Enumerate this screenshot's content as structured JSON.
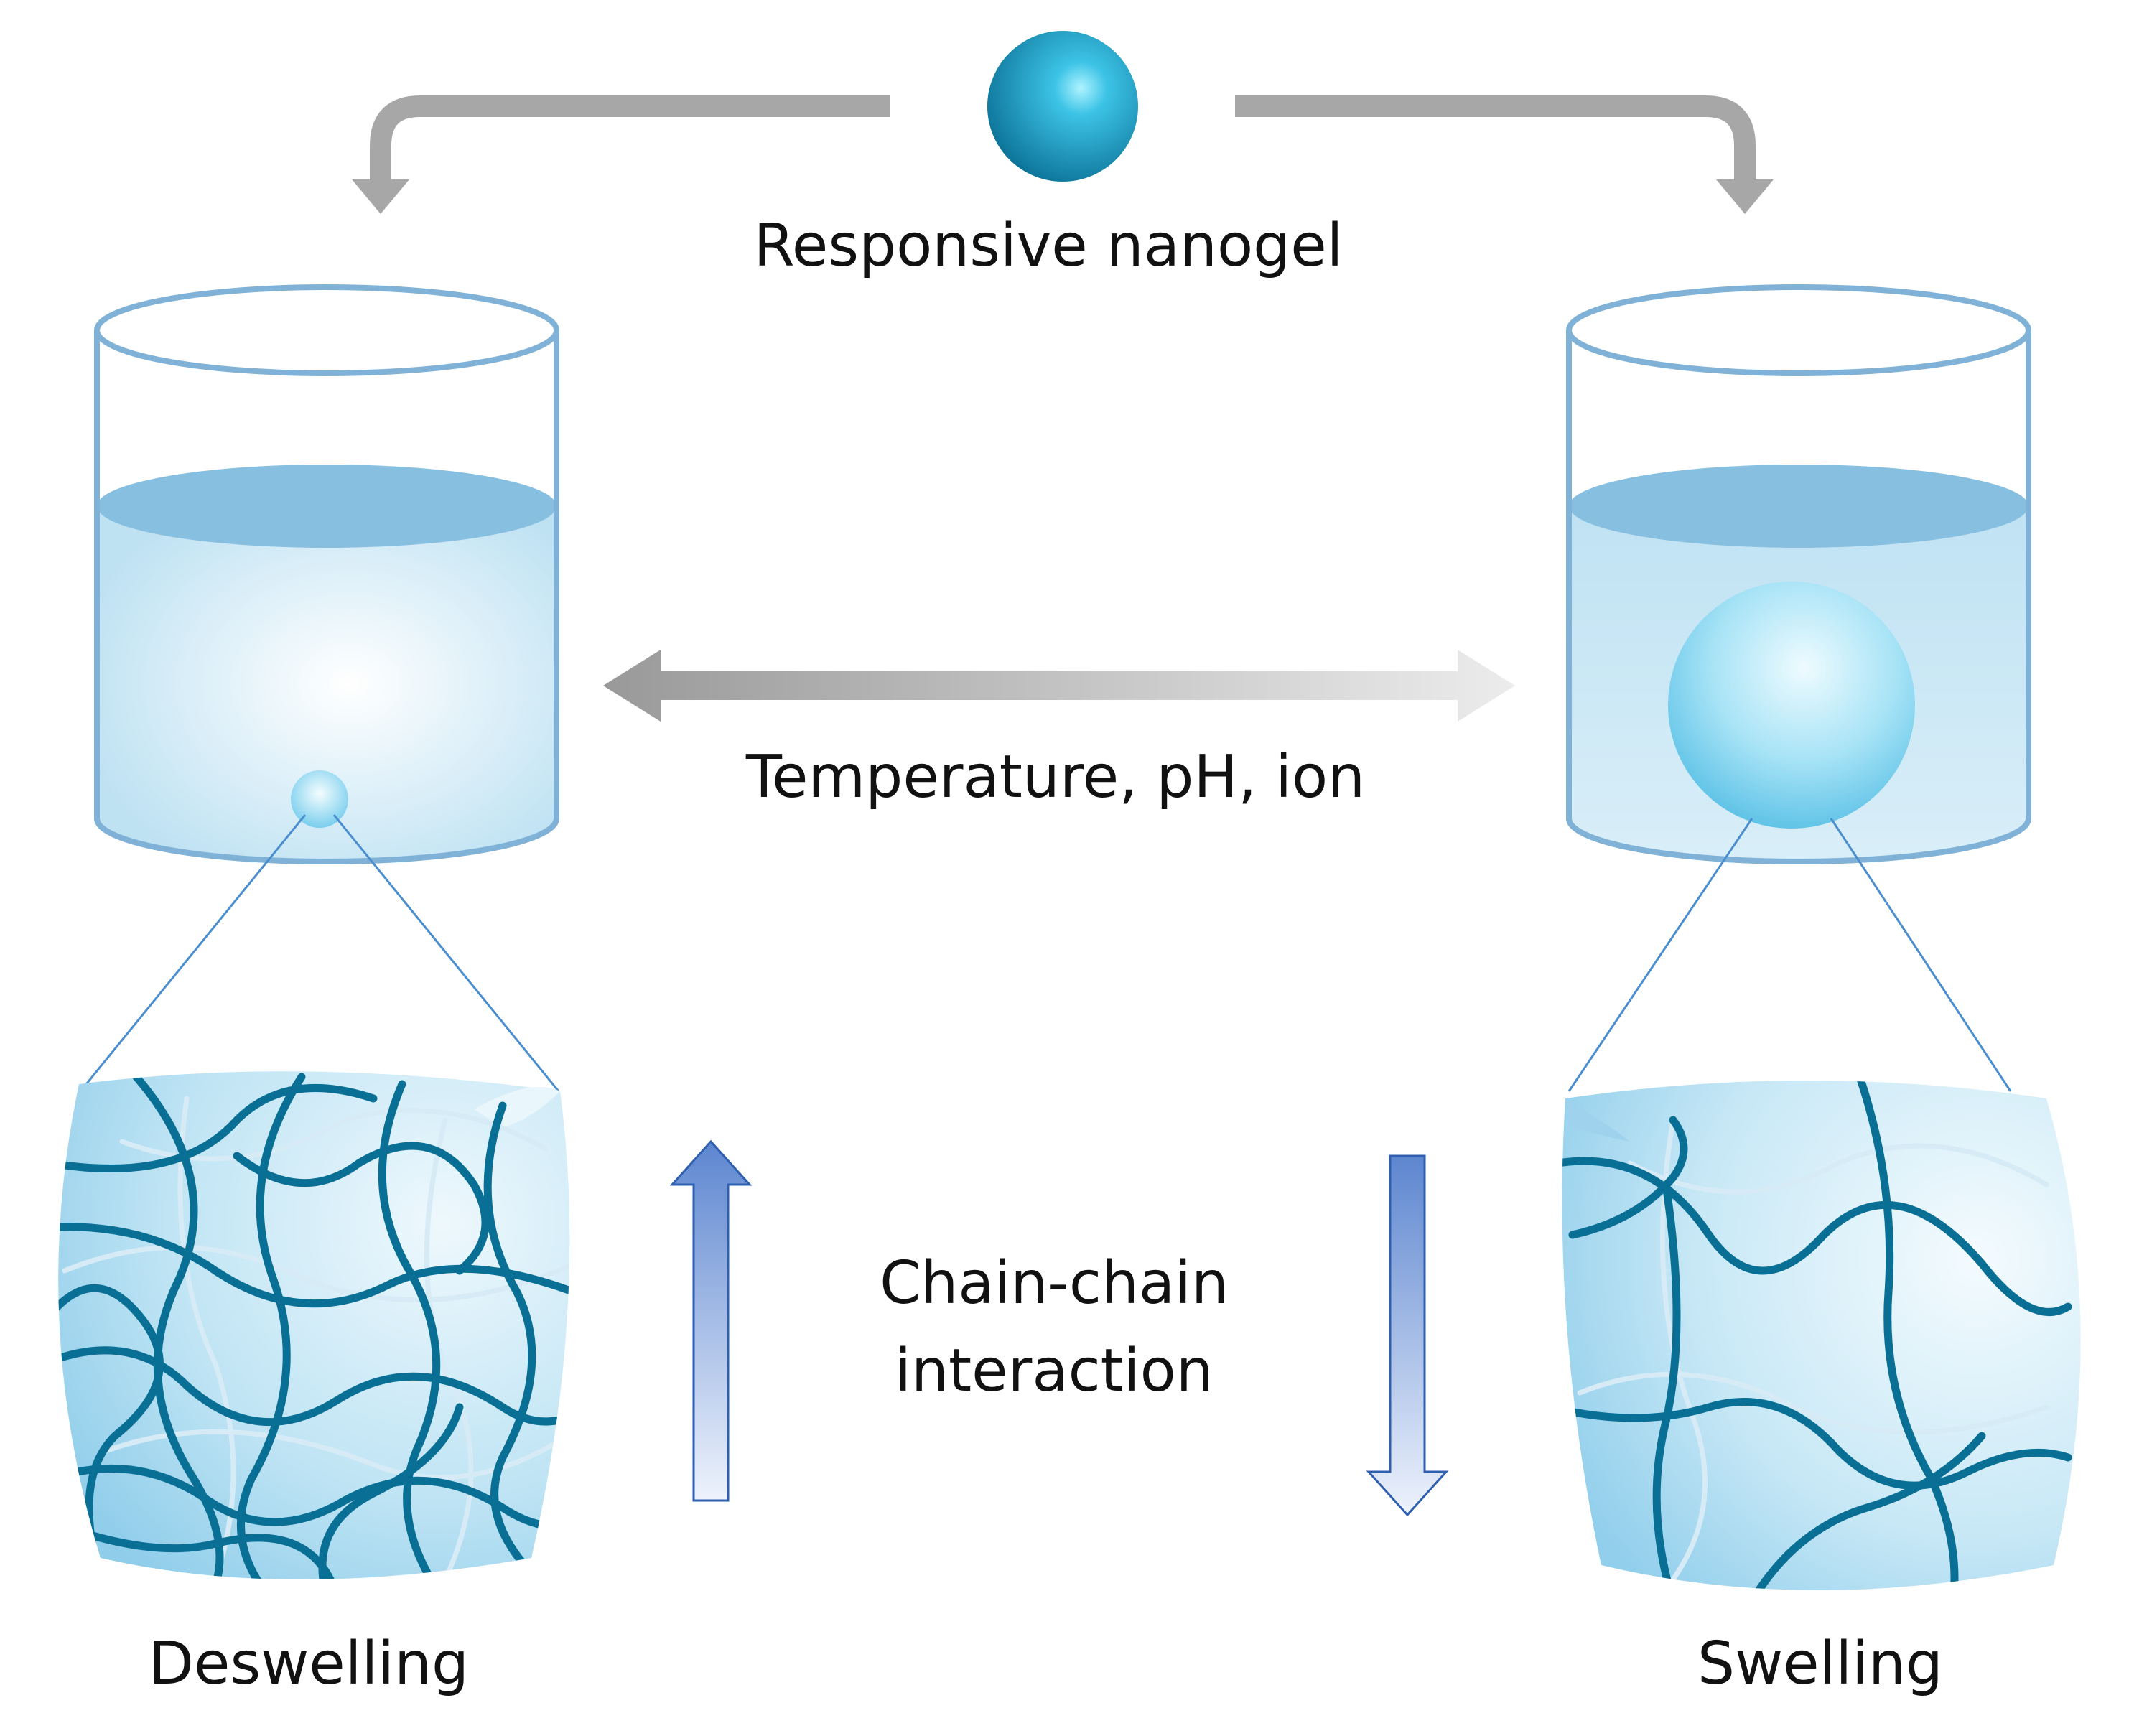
{
  "labels": {
    "top": "Responsive nanogel",
    "middle": "Temperature, pH, ion",
    "center_line1": "Chain-chain",
    "center_line2": "interaction",
    "left": "Deswelling",
    "right": "Swelling"
  },
  "colors": {
    "beaker_outline": "#7fb2d6",
    "liquid_surface": "#86bfe0",
    "liquid_body": "#bfe2f3",
    "nanogel_dark": "#0a7fa3",
    "nanogel_light": "#5fd4ee",
    "polymer_chain": "#0a6f94",
    "faint_chain": "#d8ecf6",
    "gray_arrow": "#a7a7a7",
    "blue_arrow": "#6f95d6"
  },
  "diagram": {
    "nodes": [
      {
        "id": "nanogel",
        "label": "Responsive nanogel"
      },
      {
        "id": "beaker_left",
        "label": ""
      },
      {
        "id": "beaker_right",
        "label": ""
      },
      {
        "id": "network_dense",
        "label": "Deswelling"
      },
      {
        "id": "network_loose",
        "label": "Swelling"
      }
    ],
    "edges": [
      {
        "from": "nanogel",
        "to": "beaker_left",
        "label": ""
      },
      {
        "from": "nanogel",
        "to": "beaker_right",
        "label": ""
      },
      {
        "from": "beaker_left",
        "to": "beaker_right",
        "label": "Temperature, pH, ion",
        "bidirectional": true
      },
      {
        "from": "beaker_left",
        "to": "network_dense",
        "label": ""
      },
      {
        "from": "beaker_right",
        "to": "network_loose",
        "label": ""
      }
    ],
    "indicators": [
      {
        "side": "left",
        "direction": "up",
        "meaning": "Chain-chain interaction"
      },
      {
        "side": "right",
        "direction": "down",
        "meaning": "Chain-chain interaction"
      }
    ]
  }
}
